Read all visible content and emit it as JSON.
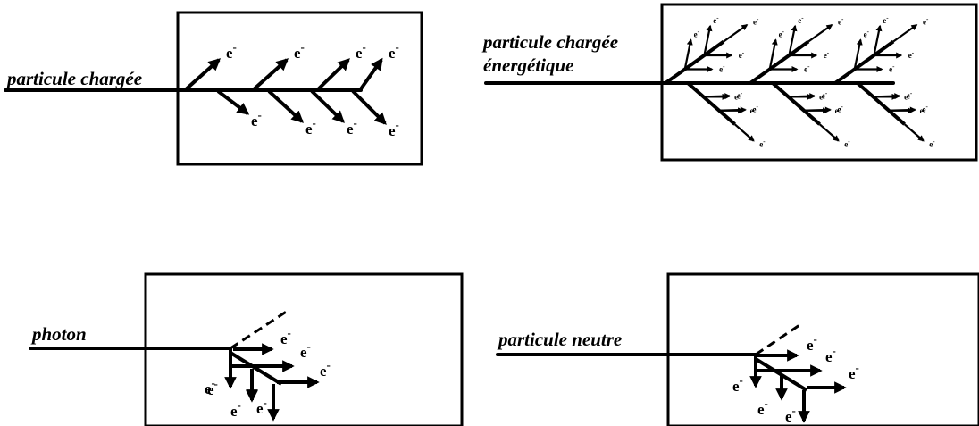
{
  "panels": {
    "charged": {
      "label": "particule chargée"
    },
    "energetic": {
      "label_line1": "particule chargée",
      "label_line2": "énergétique"
    },
    "photon": {
      "label": "photon"
    },
    "neutral": {
      "label": "particule neutre"
    }
  },
  "electron_symbol": "e",
  "electron_superscript": "-"
}
